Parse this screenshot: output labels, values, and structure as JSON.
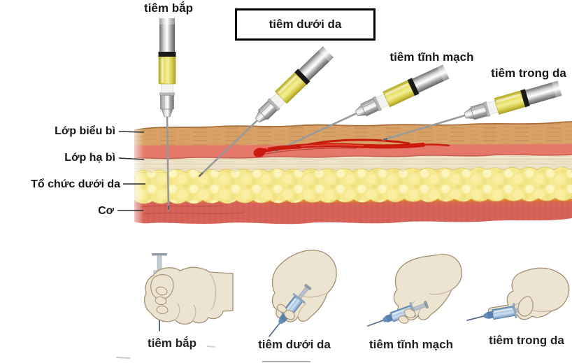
{
  "figure": {
    "description": "Injection types diagram with skin cross-section and hand positions",
    "top_annotations": {
      "intramuscular": "tiêm bắp",
      "subcutaneous_boxed": "tiêm dưới da",
      "intravenous": "tiêm tĩnh mạch",
      "intradermal": "tiêm trong da"
    },
    "layer_labels": {
      "epidermis": "Lớp biểu bì",
      "dermis": "Lớp hạ bì",
      "subcutaneous_tissue": "Tổ chức dưới da",
      "muscle": "Cơ"
    },
    "hand_captions": {
      "intramuscular": "tiêm bắp",
      "subcutaneous": "tiêm dưới da",
      "intravenous": "tiêm tĩnh mạch",
      "intradermal": "tiêm trong da"
    },
    "colors": {
      "background": "#ffffff",
      "epidermis": "#d8a166",
      "dermis_upper_band": "#e5786b",
      "dermis_lower": "#eee3cb",
      "subcutaneous_fat": "#f6e88f",
      "muscle": "#d7635a",
      "muscle_border": "#e2862c",
      "vein": "#cb1a0e",
      "syringe_fluid_yellow": "#e6dd5f",
      "hand_syringe_blue": "#84abd2",
      "needle_gray": "#98999b",
      "skin_tone": "#ece3d1"
    }
  }
}
